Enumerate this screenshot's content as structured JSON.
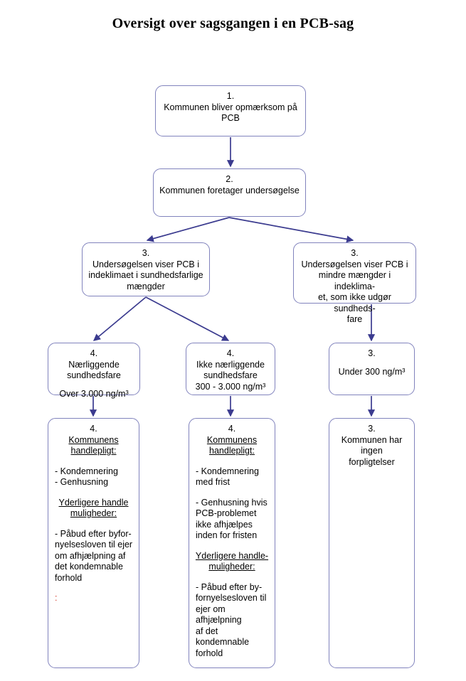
{
  "title": "Oversigt over sagsgangen i en PCB-sag",
  "colors": {
    "box_border": "#8183bd",
    "arrow": "#3b3b8f",
    "text": "#000000",
    "red_mark": "#d33a2a"
  },
  "nodes": {
    "n1": {
      "number": "1.",
      "text": "Kommunen bliver opmærksom på\nPCB"
    },
    "n2": {
      "number": "2.",
      "text": "Kommunen foretager undersøgelse"
    },
    "n3a": {
      "number": "3.",
      "text": "Undersøgelsen viser PCB i\nindeklimaet i sundhedsfarlige\nmængder"
    },
    "n3b": {
      "number": "3.",
      "text": "Undersøgelsen viser PCB i\nmindre mængder i indeklima-\net, som ikke udgør sundheds-\nfare"
    },
    "n4a": {
      "number": "4.",
      "text": "Nærliggende\nsundhedsfare",
      "value": "Over 3.000 ng/m³"
    },
    "n4b": {
      "number": "4.",
      "text": "Ikke nærliggende\nsundhedsfare",
      "value": "300 - 3.000 ng/m³"
    },
    "n3c": {
      "number": "3.",
      "value": "Under 300 ng/m³"
    },
    "n4a_detail": {
      "number": "4.",
      "heading1": "Kommunens\nhandlepligt:",
      "list1": "- Kondemnering\n- Genhusning",
      "heading2": "Yderligere handle\nmuligheder:",
      "list2": "- Påbud efter byfor-\nnyelsesloven til ejer\nom afhjælpning af\ndet kondemnable\nforhold",
      "artifact": ":"
    },
    "n4b_detail": {
      "number": "4.",
      "heading1": "Kommunens\nhandlepligt:",
      "list1": "- Kondemnering\nmed frist",
      "list2": "- Genhusning hvis\nPCB-problemet\nikke afhjælpes\n inden for fristen",
      "heading2": "Yderligere handle-\nmuligheder:",
      "list3": "- Påbud efter by-\nfornyelsesloven til\nejer om afhjælpning\naf det kondemnable\nforhold"
    },
    "n3c_detail": {
      "number": "3.",
      "text": "Kommunen har\ningen\nforpligtelser"
    }
  },
  "arrows": [
    {
      "name": "arrow-1-to-2",
      "from": "n1",
      "to": "n2"
    },
    {
      "name": "arrow-2-to-3a",
      "from": "n2",
      "to": "n3a"
    },
    {
      "name": "arrow-2-to-3b",
      "from": "n2",
      "to": "n3b"
    },
    {
      "name": "arrow-3a-to-4a",
      "from": "n3a",
      "to": "n4a"
    },
    {
      "name": "arrow-3a-to-4b",
      "from": "n3a",
      "to": "n4b"
    },
    {
      "name": "arrow-3b-to-3c",
      "from": "n3b",
      "to": "n3c"
    },
    {
      "name": "arrow-4a-to-detail",
      "from": "n4a",
      "to": "n4a_detail"
    },
    {
      "name": "arrow-4b-to-detail",
      "from": "n4b",
      "to": "n4b_detail"
    },
    {
      "name": "arrow-3c-to-detail",
      "from": "n3c",
      "to": "n3c_detail"
    }
  ]
}
